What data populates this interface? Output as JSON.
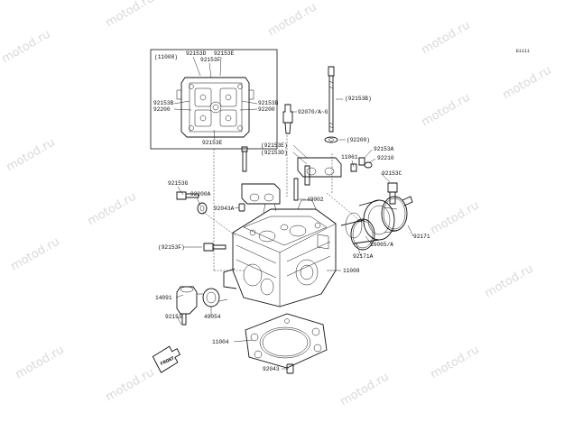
{
  "watermark": "motod.ru",
  "ref_code": "E1111",
  "inset": {
    "title": "(11008)",
    "labels": [
      "92153D",
      "92153E",
      "92153F",
      "92153B",
      "92200",
      "92153B",
      "92200",
      "92153E"
    ]
  },
  "callouts": [
    "(92153B)",
    "92070/A~G",
    "(92200)",
    "(92153E)",
    "(92153D)",
    "11061",
    "92153A",
    "92210",
    "92153C",
    "92153G",
    "92200A",
    "49002",
    "92043A",
    "92171",
    "16065/A",
    "92171A",
    "(92153F)",
    "11008",
    "14091",
    "92153",
    "49054",
    "11004",
    "92043"
  ],
  "front_label": "FRONT"
}
